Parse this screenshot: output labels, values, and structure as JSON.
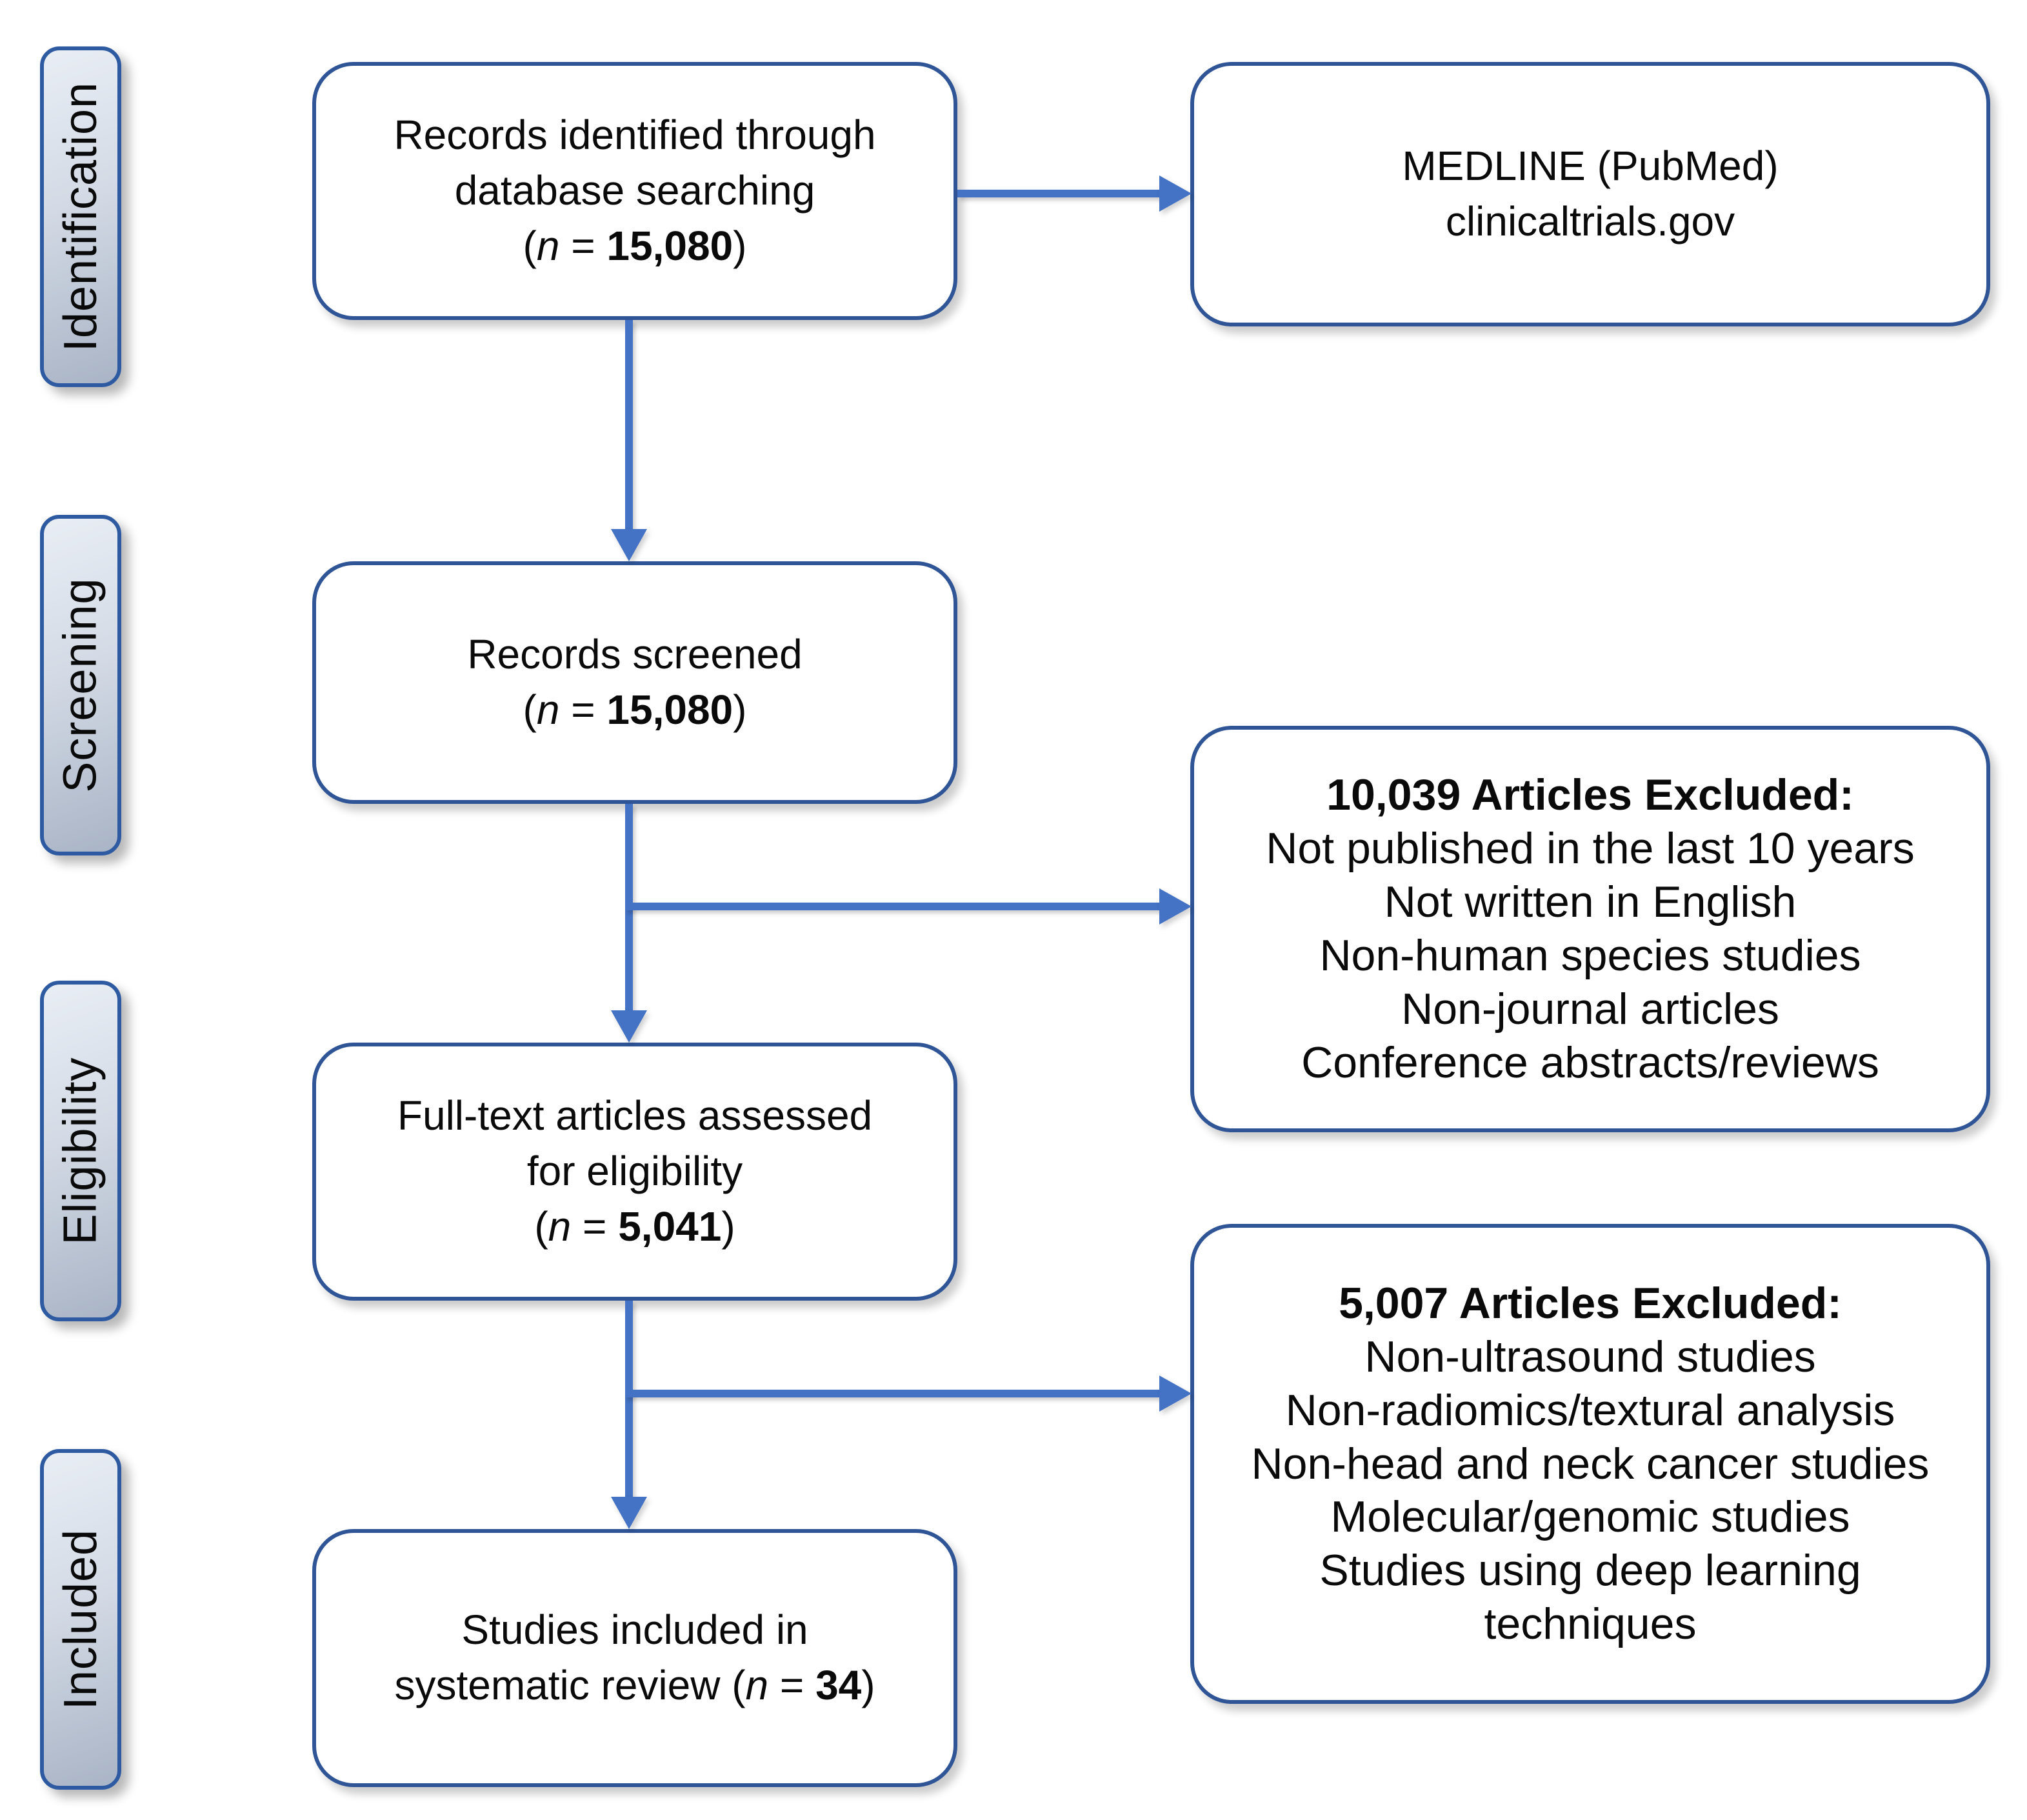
{
  "palette": {
    "arrow_blue": "#4472c4",
    "box_border_blue": "#2f5597",
    "stage_border_blue": "#2d5aa0",
    "stage_gradient_top": "#e9eef5",
    "stage_gradient_bottom": "#a9b4c6",
    "box_background": "#ffffff",
    "text_color": "#0a0a0a"
  },
  "stages": [
    {
      "id": "identification",
      "label": "Identification"
    },
    {
      "id": "screening",
      "label": "Screening"
    },
    {
      "id": "eligibility",
      "label": "Eligibility"
    },
    {
      "id": "included",
      "label": "Included"
    }
  ],
  "boxes": {
    "identified": {
      "lines": [
        [
          {
            "t": "Records identified through"
          }
        ],
        [
          {
            "t": "database searching"
          }
        ],
        [
          {
            "t": "("
          },
          {
            "t": "n",
            "i": true
          },
          {
            "t": " = "
          },
          {
            "t": "15,080",
            "b": true
          },
          {
            "t": ")"
          }
        ]
      ]
    },
    "databases": {
      "lines": [
        [
          {
            "t": "MEDLINE (PubMed)"
          }
        ],
        [
          {
            "t": "clinicaltrials.gov"
          }
        ]
      ]
    },
    "screened": {
      "lines": [
        [
          {
            "t": "Records screened"
          }
        ],
        [
          {
            "t": "("
          },
          {
            "t": "n",
            "i": true
          },
          {
            "t": " = "
          },
          {
            "t": "15,080",
            "b": true
          },
          {
            "t": ")"
          }
        ]
      ]
    },
    "excluded_screening": {
      "lines": [
        [
          {
            "t": "10,039 Articles Excluded:",
            "b": true
          }
        ],
        [
          {
            "t": "Not published in the last 10 years"
          }
        ],
        [
          {
            "t": "Not written in English"
          }
        ],
        [
          {
            "t": "Non-human species studies"
          }
        ],
        [
          {
            "t": "Non-journal articles"
          }
        ],
        [
          {
            "t": "Conference abstracts/reviews"
          }
        ]
      ]
    },
    "fulltext": {
      "lines": [
        [
          {
            "t": "Full-text articles assessed"
          }
        ],
        [
          {
            "t": "for eligibility"
          }
        ],
        [
          {
            "t": "("
          },
          {
            "t": "n",
            "i": true
          },
          {
            "t": " = "
          },
          {
            "t": "5,041",
            "b": true
          },
          {
            "t": ")"
          }
        ]
      ]
    },
    "excluded_eligibility": {
      "lines": [
        [
          {
            "t": "5,007 Articles Excluded:",
            "b": true
          }
        ],
        [
          {
            "t": "Non-ultrasound studies"
          }
        ],
        [
          {
            "t": "Non-radiomics/textural analysis"
          }
        ],
        [
          {
            "t": "Non-head and neck cancer studies"
          }
        ],
        [
          {
            "t": "Molecular/genomic studies"
          }
        ],
        [
          {
            "t": "Studies using deep learning"
          }
        ],
        [
          {
            "t": "techniques"
          }
        ]
      ]
    },
    "included": {
      "lines": [
        [
          {
            "t": "Studies included in"
          }
        ],
        [
          {
            "t": "systematic review ("
          },
          {
            "t": "n",
            "i": true
          },
          {
            "t": " = "
          },
          {
            "t": "34",
            "b": true
          },
          {
            "t": ")"
          }
        ]
      ]
    }
  }
}
